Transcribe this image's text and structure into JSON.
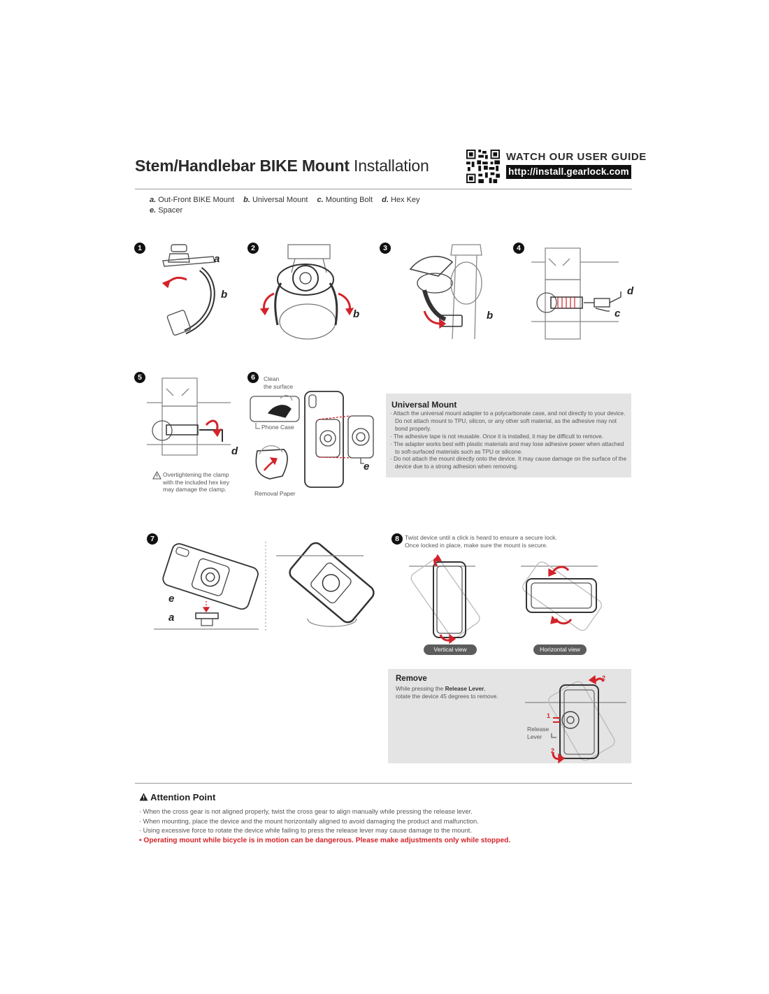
{
  "header": {
    "title_bold": "Stem/Handlebar BIKE Mount",
    "title_light": "Installation",
    "watch_label": "WATCH OUR USER GUIDE",
    "url": "http://install.gearlock.com"
  },
  "parts": [
    {
      "letter": "a.",
      "name": "Out-Front BIKE Mount"
    },
    {
      "letter": "b.",
      "name": "Universal Mount"
    },
    {
      "letter": "c.",
      "name": "Mounting Bolt"
    },
    {
      "letter": "d.",
      "name": "Hex Key"
    },
    {
      "letter": "e.",
      "name": "Spacer"
    }
  ],
  "steps": {
    "s1": {
      "num": "1",
      "labels": [
        "a",
        "b"
      ]
    },
    "s2": {
      "num": "2",
      "labels": [
        "b"
      ]
    },
    "s3": {
      "num": "3",
      "labels": [
        "b"
      ]
    },
    "s4": {
      "num": "4",
      "labels": [
        "d",
        "c"
      ]
    },
    "s5": {
      "num": "5",
      "labels": [
        "d"
      ],
      "warning": [
        "Overtightening the clamp",
        "with the included hex key",
        "may damage the clamp."
      ]
    },
    "s6": {
      "num": "6",
      "clean": [
        "Clean",
        "the surface"
      ],
      "phone_case": "Phone Case",
      "removal_paper": "Removal Paper",
      "labels": [
        "e"
      ]
    },
    "s7": {
      "num": "7",
      "labels": [
        "e",
        "a"
      ]
    },
    "s8": {
      "num": "8",
      "text": [
        "Twist device until a click is heard to ensure a secure lock.",
        "Once locked in place, make sure the mount is secure."
      ],
      "vertical": "Vertical view",
      "horizontal": "Horizontal view"
    }
  },
  "universal_mount": {
    "title": "Universal Mount",
    "items": [
      "· Attach the universal mount adapter to a polycarbonate case, and not directly to your device. Do not attach mount to TPU, silicon, or any other soft material, as the adhesive may not bond properly.",
      "· The adhesive tape is not reusable. Once it is installed, it may be difficult to remove.",
      "· The adapter works best with plastic materials and may lose adhesive power when attached to soft-surfaced materials such as TPU or silicone.",
      "· Do not attach the mount directly onto the device. It may cause damage on the surface of the device due to a strong adhesion when removing."
    ]
  },
  "remove": {
    "title": "Remove",
    "line1_pre": "While pressing the ",
    "line1_bold": "Release Lever",
    "line1_post": ",",
    "line2": "rotate the device 45 degrees to remove.",
    "release": [
      "Release",
      "Lever"
    ],
    "num1": "1",
    "num2": "2"
  },
  "attention": {
    "title": "Attention Point",
    "items": [
      "· When the cross gear is not aligned properly, twist the cross gear to align manually while pressing the release lever.",
      "· When mounting, place the device and the mount horizontally aligned to avoid damaging the product and malfunction.",
      "· Using excessive force to rotate the device while failing to press the release lever may cause damage to the mount."
    ],
    "warning": "• Operating mount while bicycle is in motion can be dangerous. Please make adjustments only while stopped."
  },
  "colors": {
    "accent": "#d3232a",
    "ink": "#222222",
    "panel": "#e4e4e4",
    "pill": "#5c5c5c"
  }
}
